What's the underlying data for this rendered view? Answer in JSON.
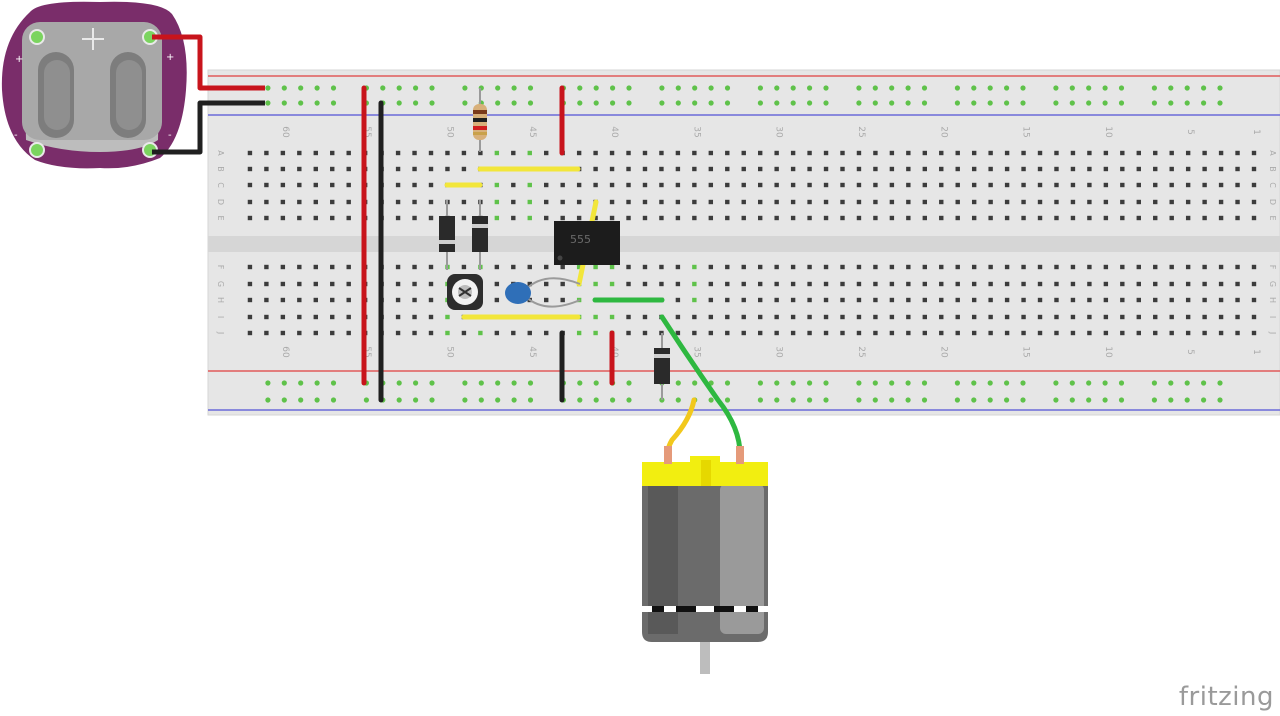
{
  "app": {
    "watermark": "fritzing"
  },
  "battery": {
    "center_mark": "+",
    "pin_marks": [
      "+",
      "+",
      "-",
      "-"
    ]
  },
  "breadboard": {
    "columns": 62,
    "column_numbers": [
      "60",
      "55",
      "50",
      "45",
      "40",
      "35",
      "30",
      "25",
      "20",
      "15",
      "10",
      "5",
      "1"
    ],
    "row_letters_top": [
      "A",
      "B",
      "C",
      "D",
      "E"
    ],
    "row_letters_bottom": [
      "F",
      "G",
      "H",
      "I",
      "J"
    ]
  },
  "ic": {
    "label": "555"
  },
  "colors": {
    "board": "#e6e6e6",
    "board_edge": "#d0d0d0",
    "rail_red": "#e05a5a",
    "rail_blue": "#6a6ad8",
    "hole": "#3c3c3c",
    "hole_active": "#5fc24a",
    "wire_red": "#c8141c",
    "wire_black": "#202020",
    "wire_yellow": "#f2e63a",
    "wire_green": "#2eb840",
    "battery_pcb": "#7a2d6a",
    "motor_body": "#6b6b6b",
    "motor_cap": "#f2ee10"
  }
}
